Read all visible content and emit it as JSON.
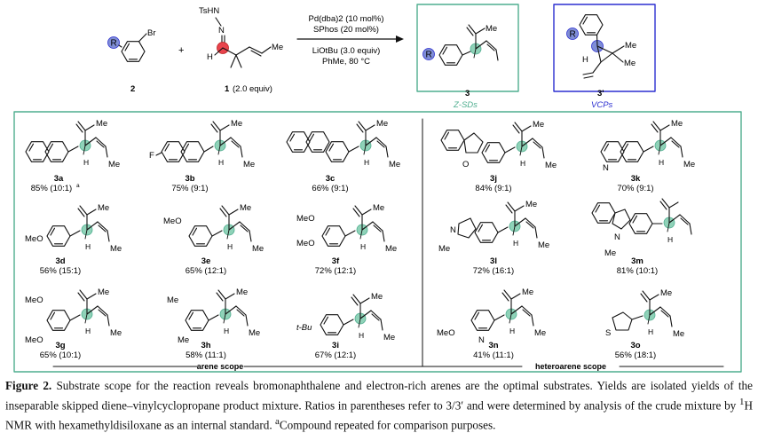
{
  "scheme": {
    "reactant_aryl_label": "2",
    "reactant_aryl_sub": "R",
    "reactant_aryl_br": "Br",
    "plus": "+",
    "reactant_hydrazone_label": "1",
    "reactant_hydrazone_equiv": "(2.0 equiv)",
    "hydrazone_group": "TsHN",
    "hydrazone_n": "N",
    "hydrazone_h": "H",
    "me": "Me",
    "conditions": [
      "Pd(dba)2 (10 mol%)",
      "SPhos (20 mol%)",
      "LiOtBu (3.0 equiv)",
      "PhMe, 80 °C"
    ],
    "product_z_label": "3",
    "product_z_name": "Z-SDs",
    "product_vcp_label": "3'",
    "product_vcp_name": "VCPs"
  },
  "arene_scope": {
    "label": "arene scope",
    "entries": [
      {
        "id": "3a",
        "yield": "85% (10:1)",
        "note": "a",
        "ar": "2-naphthyl"
      },
      {
        "id": "3b",
        "yield": "75% (9:1)",
        "ar": "6-F-2-naphthyl",
        "sub": "F"
      },
      {
        "id": "3c",
        "yield": "66% (9:1)",
        "ar": "2-phenanthryl"
      },
      {
        "id": "3d",
        "yield": "56% (15:1)",
        "sub": "MeO"
      },
      {
        "id": "3e",
        "yield": "65% (12:1)",
        "sub": "MeO"
      },
      {
        "id": "3f",
        "yield": "72% (12:1)",
        "sub": "MeO",
        "sub2": "MeO"
      },
      {
        "id": "3g",
        "yield": "65% (10:1)",
        "sub": "MeO",
        "sub2": "MeO"
      },
      {
        "id": "3h",
        "yield": "58% (11:1)",
        "sub": "Me",
        "sub2": "Me"
      },
      {
        "id": "3i",
        "yield": "67% (12:1)",
        "sub": "t-Bu"
      }
    ]
  },
  "heteroarene_scope": {
    "label": "heteroarene scope",
    "entries": [
      {
        "id": "3j",
        "yield": "84% (9:1)",
        "hetero": "O"
      },
      {
        "id": "3k",
        "yield": "70% (9:1)",
        "hetero": "N"
      },
      {
        "id": "3l",
        "yield": "72% (16:1)",
        "hetero": "N",
        "sub": "Me"
      },
      {
        "id": "3m",
        "yield": "81% (10:1)",
        "hetero": "N",
        "sub": "Me"
      },
      {
        "id": "3n",
        "yield": "41% (11:1)",
        "hetero": "N",
        "sub": "MeO"
      },
      {
        "id": "3o",
        "yield": "56% (18:1)",
        "hetero": "S"
      }
    ]
  },
  "caption": {
    "figure_label": "Figure 2.",
    "text_1": " Substrate scope for the reaction reveals bromonaphthalene and electron-rich arenes are the optimal substrates. Yields are isolated yields of the inseparable skipped diene–vinylcyclopropane product mixture. Ratios in parentheses refer to 3/3′ and were determined by analysis of the crude mixture by ",
    "superscript_1": "1",
    "text_2": "H NMR with hexamethyldisiloxane as an internal standard. ",
    "superscript_a": "a",
    "text_3": "Compound repeated for comparison purposes."
  },
  "colors": {
    "green_box": "#4fae8f",
    "blue_box": "#2c2fd0",
    "highlight_red": "#e8434c",
    "highlight_blue": "#7f8dd6",
    "highlight_green": "#8fd2b8"
  }
}
